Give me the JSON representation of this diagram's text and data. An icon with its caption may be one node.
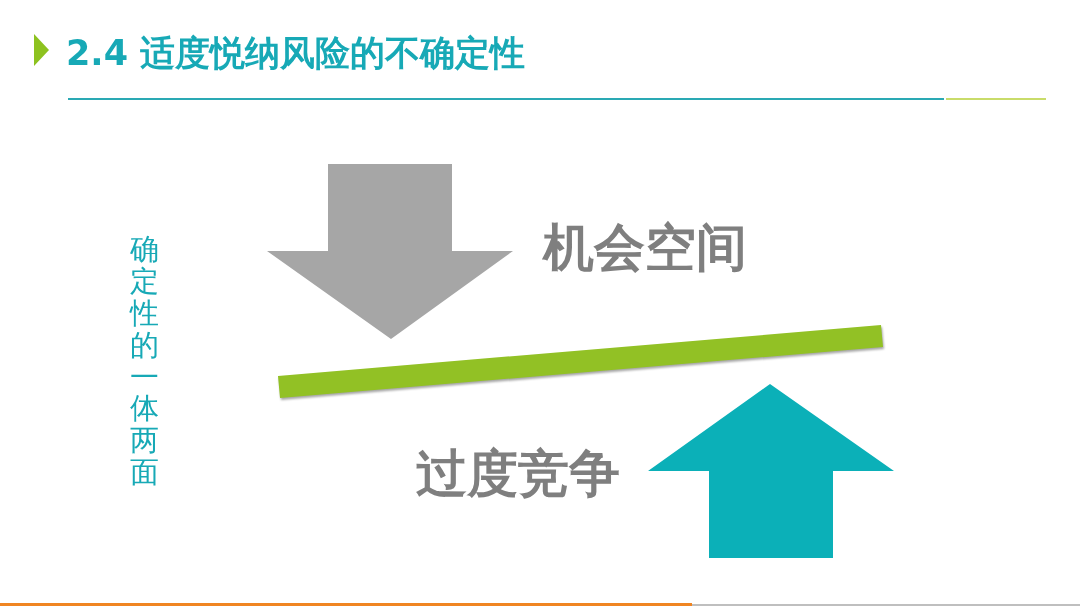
{
  "diagram": {
    "title": "2.4 适度悦纳风险的不确定性",
    "nodes": [
      {
        "text": [],
        "shape": "bar"
      }
    ],
    "labels": [
      "确定性的一体两面",
      "机会空间",
      "过度竞争"
    ]
  }
}
